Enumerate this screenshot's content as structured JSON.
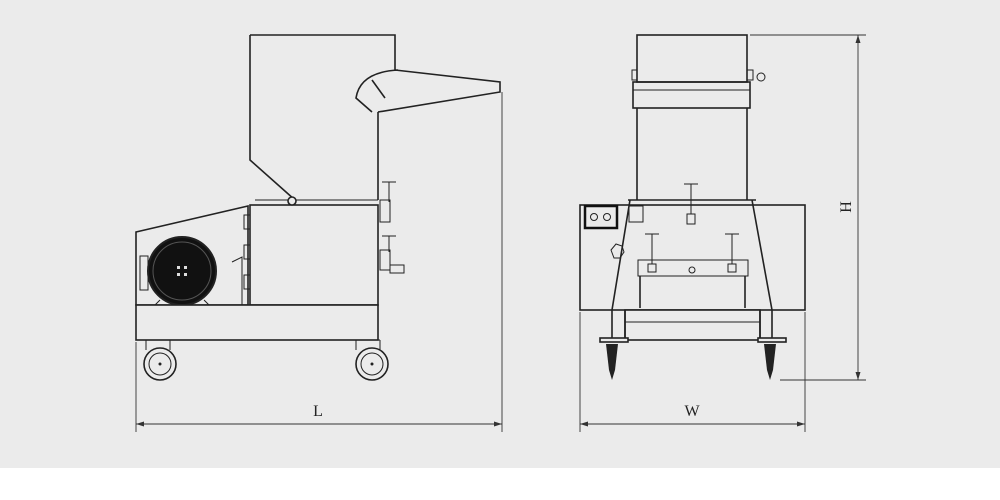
{
  "drawing": {
    "side_view": {
      "dimension_label": "L"
    },
    "front_view": {
      "width_label": "W",
      "height_label": "H"
    }
  },
  "colors": {
    "background": "#ebebeb",
    "line": "#222222",
    "footer": "#ffffff"
  }
}
